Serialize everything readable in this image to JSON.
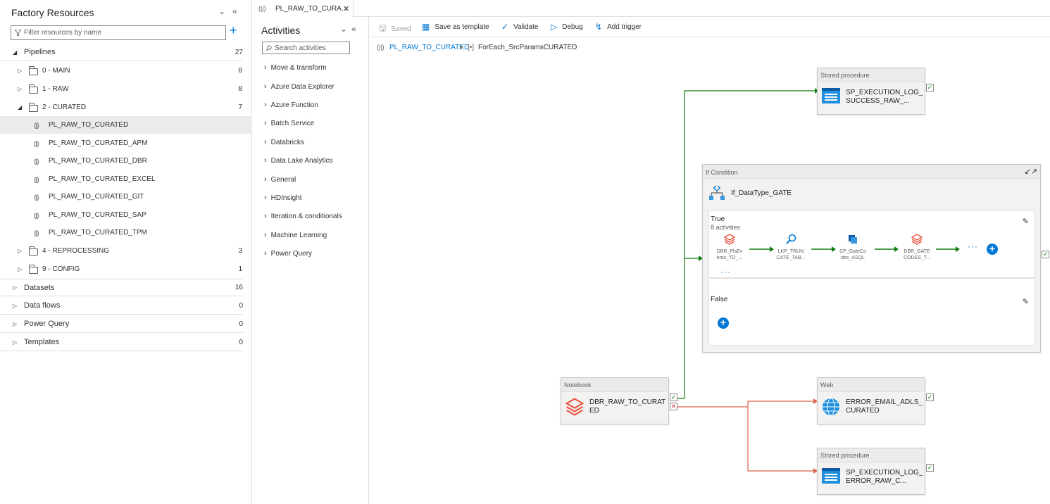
{
  "resources": {
    "title": "Factory Resources",
    "filter_placeholder": "Filter resources by name",
    "pipelines": {
      "label": "Pipelines",
      "count": "27"
    },
    "folders": [
      {
        "label": "0 - MAIN",
        "count": "8"
      },
      {
        "label": "1 - RAW",
        "count": "8"
      },
      {
        "label": "2 - CURATED",
        "count": "7"
      },
      {
        "label": "4 - REPROCESSING",
        "count": "3"
      },
      {
        "label": "9 - CONFIG",
        "count": "1"
      }
    ],
    "curated_pipelines": [
      "PL_RAW_TO_CURATED",
      "PL_RAW_TO_CURATED_APM",
      "PL_RAW_TO_CURATED_DBR",
      "PL_RAW_TO_CURATED_EXCEL",
      "PL_RAW_TO_CURATED_GIT",
      "PL_RAW_TO_CURATED_SAP",
      "PL_RAW_TO_CURATED_TPM"
    ],
    "sections": [
      {
        "label": "Datasets",
        "count": "16"
      },
      {
        "label": "Data flows",
        "count": "0"
      },
      {
        "label": "Power Query",
        "count": "0"
      },
      {
        "label": "Templates",
        "count": "0"
      }
    ]
  },
  "tab": {
    "label": "PL_RAW_TO_CURA..."
  },
  "activities": {
    "title": "Activities",
    "search_placeholder": "Search activities",
    "items": [
      "Move & transform",
      "Azure Data Explorer",
      "Azure Function",
      "Batch Service",
      "Databricks",
      "Data Lake Analytics",
      "General",
      "HDInsight",
      "Iteration & conditionals",
      "Machine Learning",
      "Power Query"
    ]
  },
  "toolbar": {
    "saved": "Saved",
    "save_template": "Save as template",
    "validate": "Validate",
    "debug": "Debug",
    "add_trigger": "Add trigger"
  },
  "breadcrumb": {
    "pipeline": "PL_RAW_TO_CURATED",
    "separator": ">",
    "foreach": "ForEach_SrcParamsCURATED"
  },
  "canvas": {
    "sp_success": {
      "type": "Stored procedure",
      "name": "SP_EXECUTION_LOG_SUCCESS_RAW_..."
    },
    "if_condition": {
      "type": "If Condition",
      "name": "If_DataType_GATE",
      "true_label": "True",
      "true_count": "8 activities",
      "false_label": "False",
      "steps": [
        {
          "line1": "DBR_PlsEv",
          "line2": "ents_TO_..."
        },
        {
          "line1": "LKP_TRUN",
          "line2": "CATE_TAB..."
        },
        {
          "line1": "CP_GateCo",
          "line2": "des_ASQL"
        },
        {
          "line1": "DBR_GATE",
          "line2": "CODES_T..."
        }
      ]
    },
    "notebook": {
      "type": "Notebook",
      "name": "DBR_RAW_TO_CURATED"
    },
    "web": {
      "type": "Web",
      "name": "ERROR_EMAIL_ADLS_CURATED"
    },
    "sp_error": {
      "type": "Stored procedure",
      "name": "SP_EXECUTION_LOG_ERROR_RAW_C..."
    }
  }
}
